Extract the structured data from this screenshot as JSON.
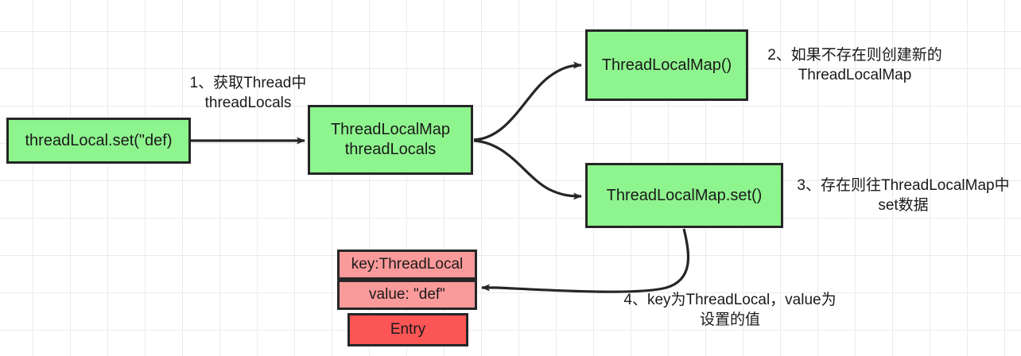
{
  "diagram": {
    "title": "ThreadLocal set flow",
    "background": {
      "color": "#ffffff",
      "grid_color": "#ebebeb",
      "grid_size": 47
    },
    "colors": {
      "green_fill": "#8ef48e",
      "pink_light_fill": "#fb9a9a",
      "pink_dark_fill": "#fb5555",
      "border": "#262626",
      "text": "#1a1a1a"
    },
    "nodes": {
      "threadlocal_set": "threadLocal.set(\"def)",
      "threadlocalmap_field": "ThreadLocalMap\nthreadLocals",
      "threadlocalmap_ctor": "ThreadLocalMap()",
      "threadlocalmap_set": "ThreadLocalMap.set()",
      "entry_key": "key:ThreadLocal",
      "entry_value": "value: \"def\"",
      "entry_title": "Entry"
    },
    "labels": {
      "step1": "1、获取Thread中\nthreadLocals",
      "step2": "2、如果不存在则创建新的\nThreadLocalMap",
      "step3": "3、存在则往ThreadLocalMap中\nset数据",
      "step4": "4、key为ThreadLocal，value为\n设置的值"
    },
    "edges": [
      {
        "name": "set-to-field",
        "from": "threadlocal_set",
        "to": "threadlocalmap_field",
        "style": "straight-arrow"
      },
      {
        "name": "field-to-ctor",
        "from": "threadlocalmap_field",
        "to": "threadlocalmap_ctor",
        "style": "curved-arrow"
      },
      {
        "name": "field-to-set",
        "from": "threadlocalmap_field",
        "to": "threadlocalmap_set",
        "style": "curved-arrow"
      },
      {
        "name": "set-to-entry",
        "from": "threadlocalmap_set",
        "to": "entry_value",
        "style": "curved-arrow"
      }
    ]
  }
}
